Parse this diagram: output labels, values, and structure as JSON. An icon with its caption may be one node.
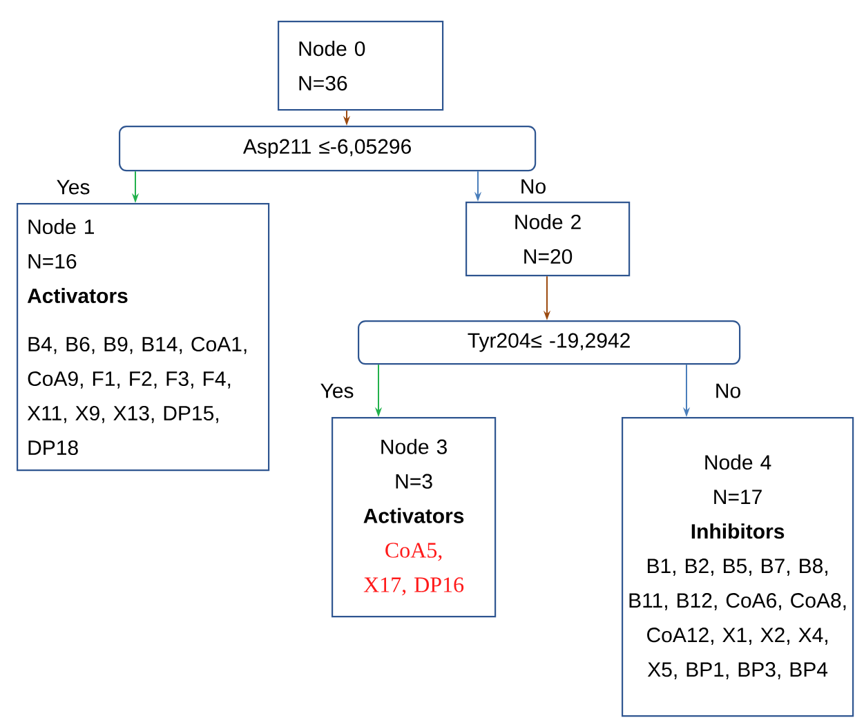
{
  "diagram": {
    "nodes": [
      {
        "text": [
          "Node 0",
          "N=36"
        ]
      },
      {
        "text": [
          "Asp211 ≤-6,05296"
        ]
      },
      {
        "text": [
          "Node 1",
          "N=16",
          "Activators",
          "B4, B6, B9, B14, CoA1, CoA9, F1, F2, F3, F4, X11, X9, X13, DP15, DP18"
        ]
      },
      {
        "text": [
          "Node 2",
          "N=20"
        ]
      },
      {
        "text": [
          "Tyr204≤ -19,2942"
        ]
      },
      {
        "text": [
          "Node 3",
          "N=3",
          "Activators",
          "CoA5, X17, DP16"
        ]
      },
      {
        "text": [
          "Node 4",
          "N=17",
          "Inhibitors",
          "B1, B2, B5, B7, B8, B11, B12, CoA6, CoA8, CoA12, X1, X2, X4, X5, BP1, BP3, BP4"
        ]
      }
    ],
    "edges": [
      {
        "from": 0,
        "to": 1,
        "arrow": "to",
        "color": "#9c4a0f"
      },
      {
        "from": 1,
        "to": 2,
        "arrow": "to",
        "label": "Yes",
        "color": "#22b14c"
      },
      {
        "from": 1,
        "to": 3,
        "arrow": "to",
        "label": "No",
        "color": "#4a7ebb"
      },
      {
        "from": 3,
        "to": 4,
        "arrow": "to",
        "color": "#9c4a0f"
      },
      {
        "from": 4,
        "to": 5,
        "arrow": "to",
        "label": "Yes",
        "color": "#22b14c"
      },
      {
        "from": 4,
        "to": 6,
        "arrow": "to",
        "label": "No",
        "color": "#4a7ebb"
      }
    ]
  }
}
